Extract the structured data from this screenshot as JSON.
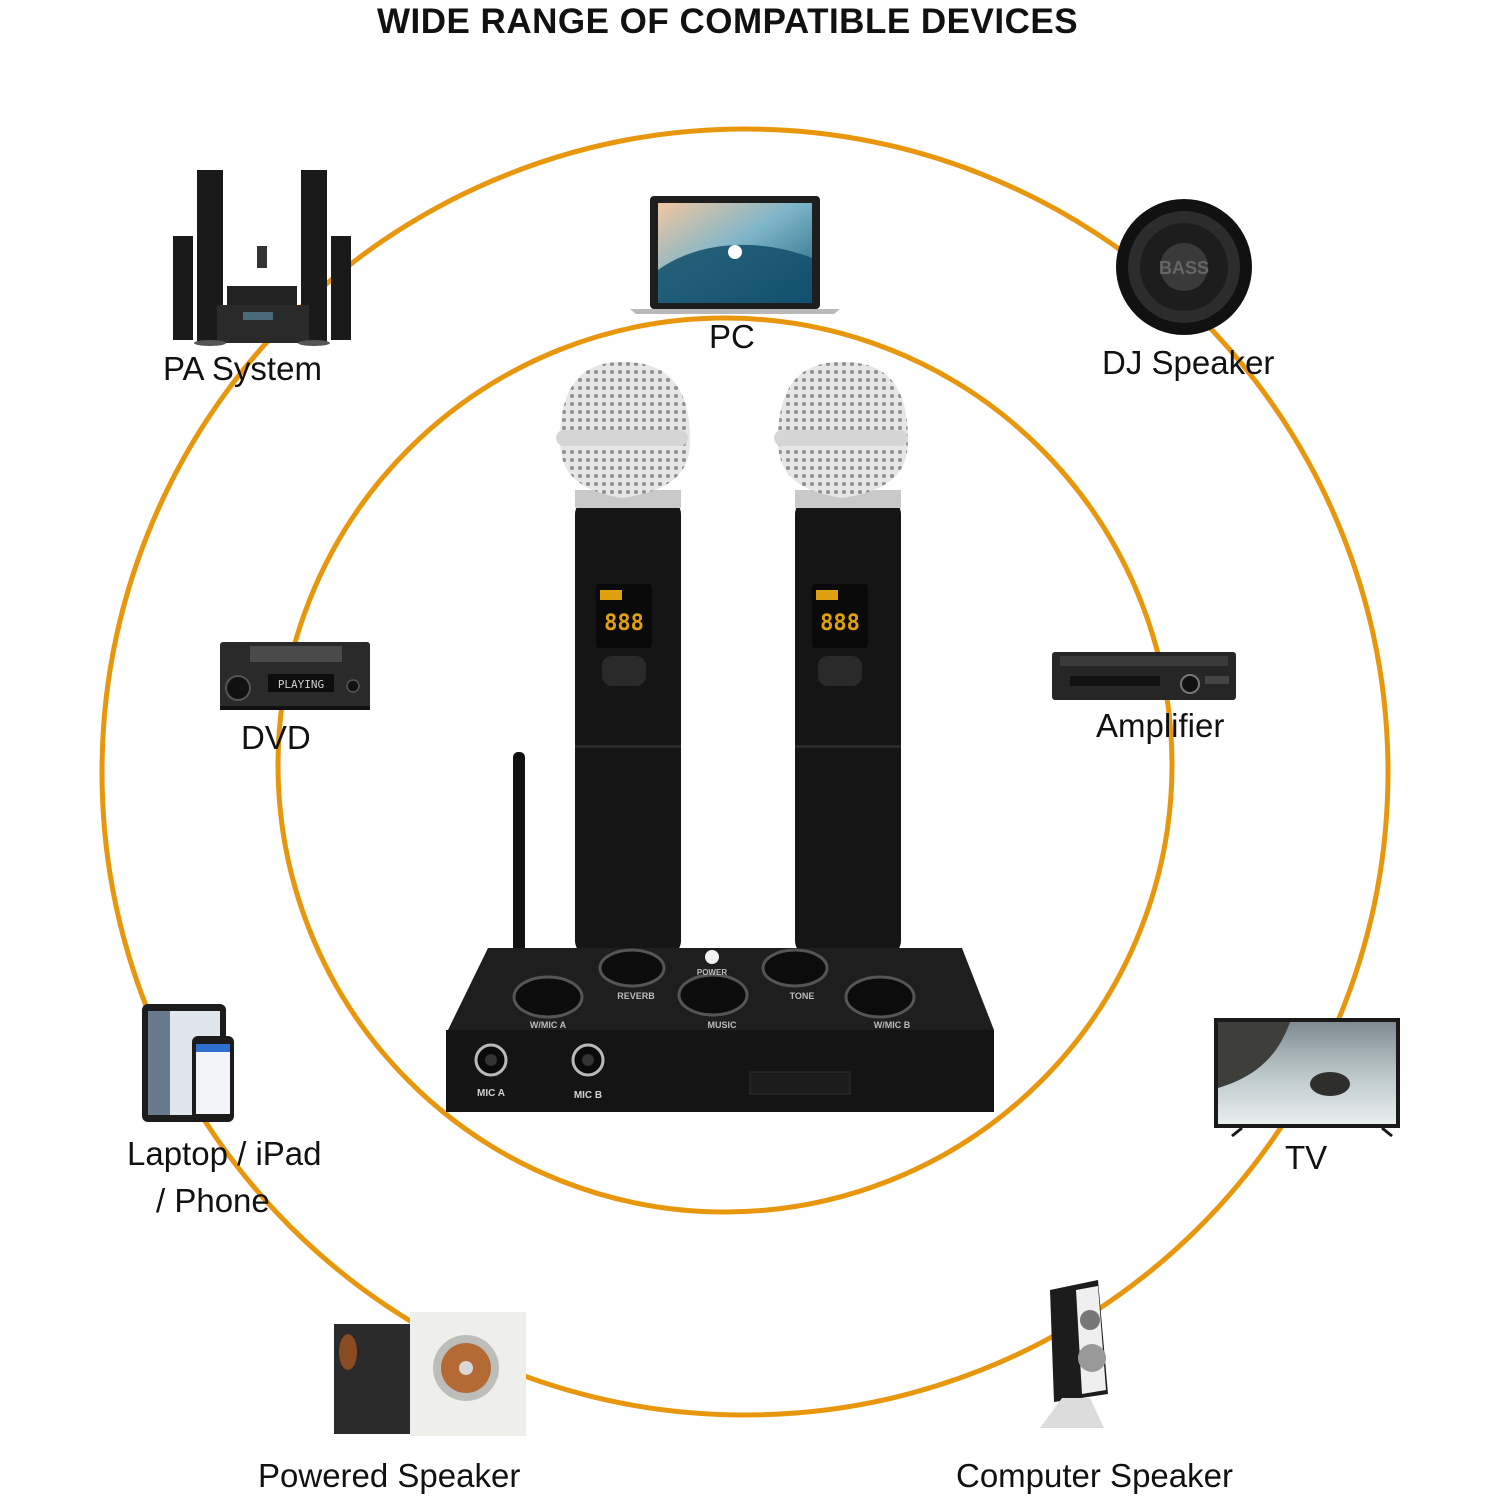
{
  "title": "WIDE RANGE OF COMPATIBLE DEVICES",
  "colors": {
    "ring": "#E8960C",
    "device": "#111111",
    "silver": "#c8c8c8"
  },
  "devices": {
    "pa_system": "PA System",
    "pc": "PC",
    "dj_speaker": "DJ Speaker",
    "dvd": "DVD",
    "amplifier": "Amplifier",
    "laptop_line1": "Laptop / iPad",
    "laptop_line2": "/ Phone",
    "tv": "TV",
    "powered_speaker": "Powered Speaker",
    "computer_speaker": "Computer Speaker"
  },
  "center_product": {
    "knob_labels": [
      "W/MIC A",
      "REVERB",
      "MUSIC",
      "TONE",
      "W/MIC B"
    ],
    "power_label": "POWER",
    "jack_labels": [
      "MIC A",
      "MIC B"
    ],
    "dvd_display": "PLAYING"
  }
}
